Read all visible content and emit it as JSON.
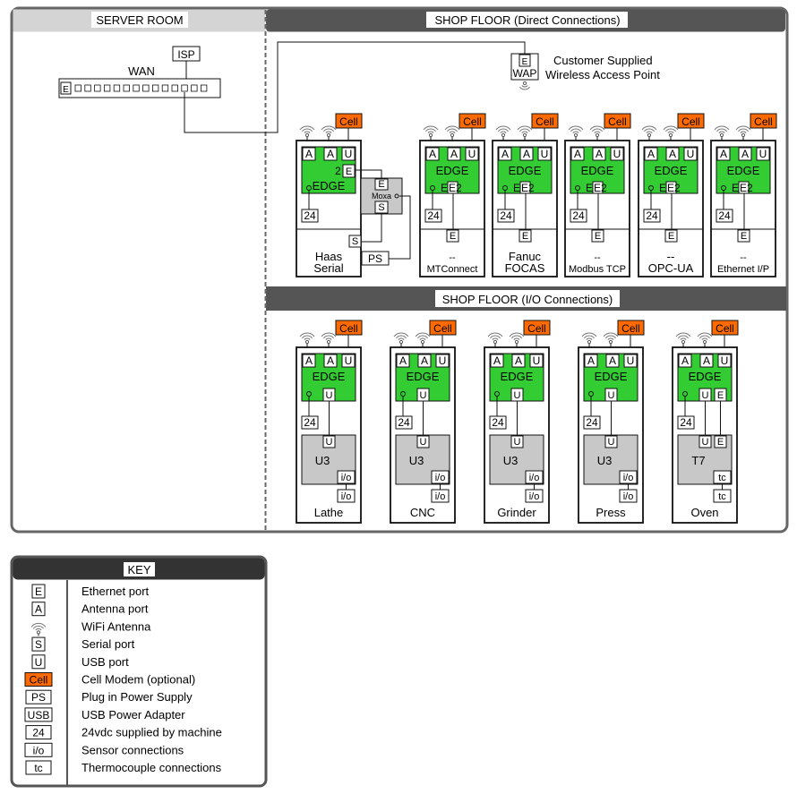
{
  "sections": {
    "server_room": "SERVER ROOM",
    "direct": "SHOP FLOOR (Direct Connections)",
    "io": "SHOP FLOOR (I/O Connections)"
  },
  "server": {
    "isp": "ISP",
    "wan": "WAN",
    "port_e": "E"
  },
  "wap": {
    "port": "E",
    "label": "WAP",
    "desc_line1": "Customer Supplied",
    "desc_line2": "Wireless Access Point"
  },
  "ports": {
    "ethernet": "E",
    "antenna": "A",
    "usb": "U",
    "serial": "S",
    "cell": "Cell",
    "power_24": "24",
    "ps": "PS",
    "io": "i/o",
    "tc": "tc",
    "e2": "E2",
    "two": "2"
  },
  "edge_label": "EDGE",
  "moxa": "Moxa",
  "direct_machines": [
    {
      "line1": "Haas",
      "line2": "Serial"
    },
    {
      "line1": "--",
      "line2": "MTConnect"
    },
    {
      "line1": "Fanuc",
      "line2": "FOCAS"
    },
    {
      "line1": "--",
      "line2": "Modbus TCP"
    },
    {
      "line1": "--",
      "line2": "OPC-UA"
    },
    {
      "line1": "--",
      "line2": "Ethernet I/P"
    }
  ],
  "io_machines": [
    {
      "module": "U3",
      "label": "Lathe"
    },
    {
      "module": "U3",
      "label": "CNC"
    },
    {
      "module": "U3",
      "label": "Grinder"
    },
    {
      "module": "U3",
      "label": "Press"
    },
    {
      "module": "T7",
      "label": "Oven"
    }
  ],
  "key": {
    "title": "KEY",
    "items": [
      {
        "symbol": "E",
        "label": "Ethernet port"
      },
      {
        "symbol": "A",
        "label": "Antenna port"
      },
      {
        "symbol": "wifi",
        "label": "WiFi Antenna"
      },
      {
        "symbol": "S",
        "label": "Serial port"
      },
      {
        "symbol": "U",
        "label": "USB port"
      },
      {
        "symbol": "Cell",
        "label": "Cell Modem (optional)"
      },
      {
        "symbol": "PS",
        "label": "Plug in Power Supply"
      },
      {
        "symbol": "USB",
        "label": "USB Power Adapter"
      },
      {
        "symbol": "24",
        "label": "24vdc supplied by machine"
      },
      {
        "symbol": "i/o",
        "label": "Sensor connections"
      },
      {
        "symbol": "tc",
        "label": "Thermocouple connections"
      }
    ]
  },
  "colors": {
    "edge_green": "#33cc33",
    "cell_orange": "#ff6a00",
    "module_gray": "#c8c8c8",
    "header_gray": "#d4d4d4",
    "frame": "#555555"
  }
}
